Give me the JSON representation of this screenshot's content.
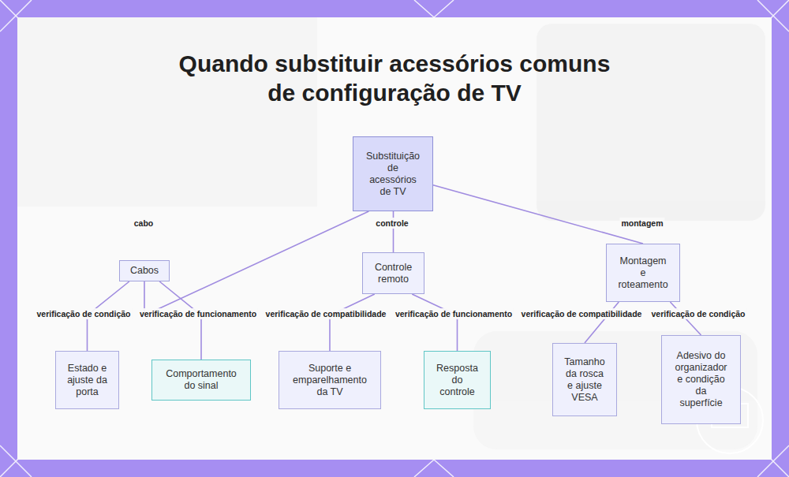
{
  "diagram": {
    "title": "Quando substituir acessórios comuns de configuração de TV",
    "nodes": [
      {
        "text": [
          "Substituição de acessórios de TV"
        ]
      },
      {
        "text": [
          "Cabos"
        ]
      },
      {
        "text": [
          "Controle remoto"
        ]
      },
      {
        "text": [
          "Montagem e roteamento"
        ]
      },
      {
        "text": [
          "Estado e ajuste da porta"
        ]
      },
      {
        "text": [
          "Comportamento do sinal"
        ]
      },
      {
        "text": [
          "Suporte e emparelhamento da TV"
        ]
      },
      {
        "text": [
          "Resposta do controle"
        ]
      },
      {
        "text": [
          "Tamanho da rosca e ajuste VESA"
        ]
      },
      {
        "text": [
          "Adesivo do organizador e condição da superfície"
        ]
      }
    ],
    "edges": [
      {
        "from": 0,
        "to": 1,
        "arrow": "none",
        "label": "cabo"
      },
      {
        "from": 0,
        "to": 2,
        "arrow": "none",
        "label": "controle"
      },
      {
        "from": 0,
        "to": 3,
        "arrow": "none",
        "label": "montagem"
      },
      {
        "from": 1,
        "to": 4,
        "arrow": "none",
        "label": "verificação de condição"
      },
      {
        "from": 1,
        "to": 5,
        "arrow": "none",
        "label": "verificação de funcionamento"
      },
      {
        "from": 2,
        "to": 6,
        "arrow": "none",
        "label": "verificação de compatibilidade"
      },
      {
        "from": 2,
        "to": 7,
        "arrow": "none",
        "label": "verificação de funcionamento"
      },
      {
        "from": 3,
        "to": 8,
        "arrow": "none",
        "label": "verificação de compatibilidade"
      },
      {
        "from": 3,
        "to": 9,
        "arrow": "none",
        "label": "verificação de condição"
      }
    ]
  }
}
